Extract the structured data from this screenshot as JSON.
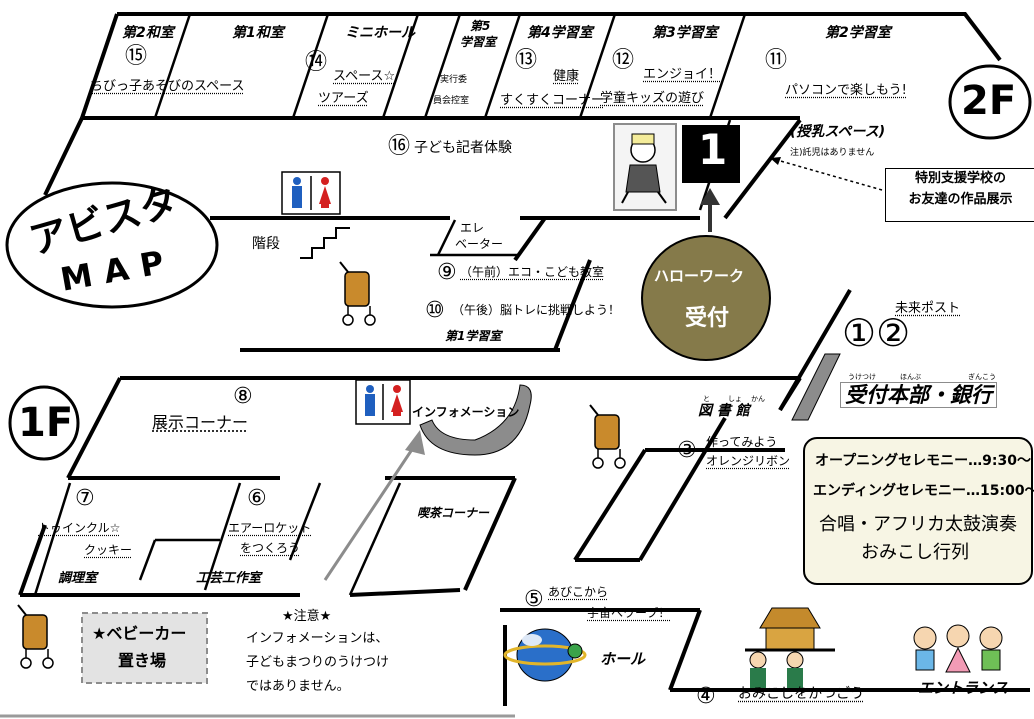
{
  "title": {
    "main": "アビスタ",
    "sub": "MAP"
  },
  "floors": {
    "second": "2F",
    "first": "1F"
  },
  "second_floor": {
    "rooms": [
      {
        "name": "第2和室",
        "num": "⑮",
        "activity": "ちびっ子あそびのスペース"
      },
      {
        "name": "第1和室"
      },
      {
        "name": "ミニホール",
        "num": "⑭",
        "activity_line1": "スペース☆",
        "activity_line2": "ツアーズ"
      },
      {
        "name_line1": "第5",
        "name_line2": "学習室",
        "note_line1": "実行委",
        "note_line2": "員会控室"
      },
      {
        "name": "第4学習室",
        "num": "⑬",
        "activity_line1": "健康",
        "activity_line2": "すくすくコーナー"
      },
      {
        "name": "第3学習室",
        "num": "⑫",
        "activity_line1": "エンジョイ！",
        "activity_line2": "学童キッズの遊び"
      },
      {
        "name": "第2学習室",
        "num": "⑪",
        "activity": "パソコンで楽しもう!"
      }
    ],
    "corridor": {
      "num": "⑯",
      "activity": "子ども記者体験"
    },
    "nursing": {
      "title": "(授乳スペース)",
      "note": "注)託児はありません"
    },
    "exhibit_callout": {
      "line1": "特別支援学校の",
      "line2": "お友達の作品展示"
    },
    "booth_number": "1",
    "stairs": "階段",
    "elevator": {
      "line1": "エレ",
      "line2": "ベーター"
    },
    "room1": {
      "name": "第1学習室",
      "item9": {
        "num": "⑨",
        "text": "（午前）エコ・こども教室"
      },
      "item10": {
        "num": "⑩",
        "text": "（午後）脳トレに挑戦しよう！"
      }
    }
  },
  "hello_work": {
    "line1": "ハローワーク",
    "line2": "受付"
  },
  "first_floor": {
    "reception": {
      "nums": "①②",
      "post": "未来ポスト",
      "title": "受付本部・銀行",
      "ruby_uketsuke": "うけつけ",
      "ruby_honbu": "ほんぶ",
      "ruby_ginkou": "ぎんこう"
    },
    "library": {
      "name": "図 書 館",
      "ruby_to": "と",
      "ruby_sho": "しょ",
      "ruby_kan": "かん"
    },
    "item3": {
      "num": "③",
      "line1": "作ってみよう",
      "line2": "オレンジリボン"
    },
    "schedule": {
      "line1": "オープニングセレモニー…9:30～",
      "line2": "エンディングセレモニー…15:00～",
      "line3": "合唱・アフリカ太鼓演奏",
      "line4": "おみこし行列"
    },
    "exhibit": {
      "num": "⑧",
      "text": "展示コーナー"
    },
    "information": "インフォメーション",
    "cooking": {
      "name": "調理室",
      "num": "⑦",
      "line1": "トゥインクル☆",
      "line2": "クッキー"
    },
    "craft": {
      "name": "工芸工作室",
      "num": "⑥",
      "line1": "エアーロケット",
      "line2": "をつくろう"
    },
    "cafe": "喫茶コーナー",
    "hall": {
      "name": "ホール",
      "num": "⑤",
      "line1": "あびこから",
      "line2": "宇宙へワープ！"
    },
    "item4": {
      "num": "④",
      "text": "おみこしをかつごう"
    },
    "entrance": "エントランス",
    "stroller_area": {
      "line1": "★ベビーカー",
      "line2": "置き場"
    },
    "notice": {
      "title": "★注意★",
      "line1": "インフォメーションは、",
      "line2": "子どもまつりのうけつけ",
      "line3": "ではありません。"
    }
  },
  "colors": {
    "hello_work_fill": "#857a4a",
    "schedule_fill": "#f7f5e4",
    "stroller_fill": "#e3e3e3",
    "restroom_male": "#1f5fbf",
    "restroom_female": "#d42020",
    "planet": "#2a6fc9"
  }
}
